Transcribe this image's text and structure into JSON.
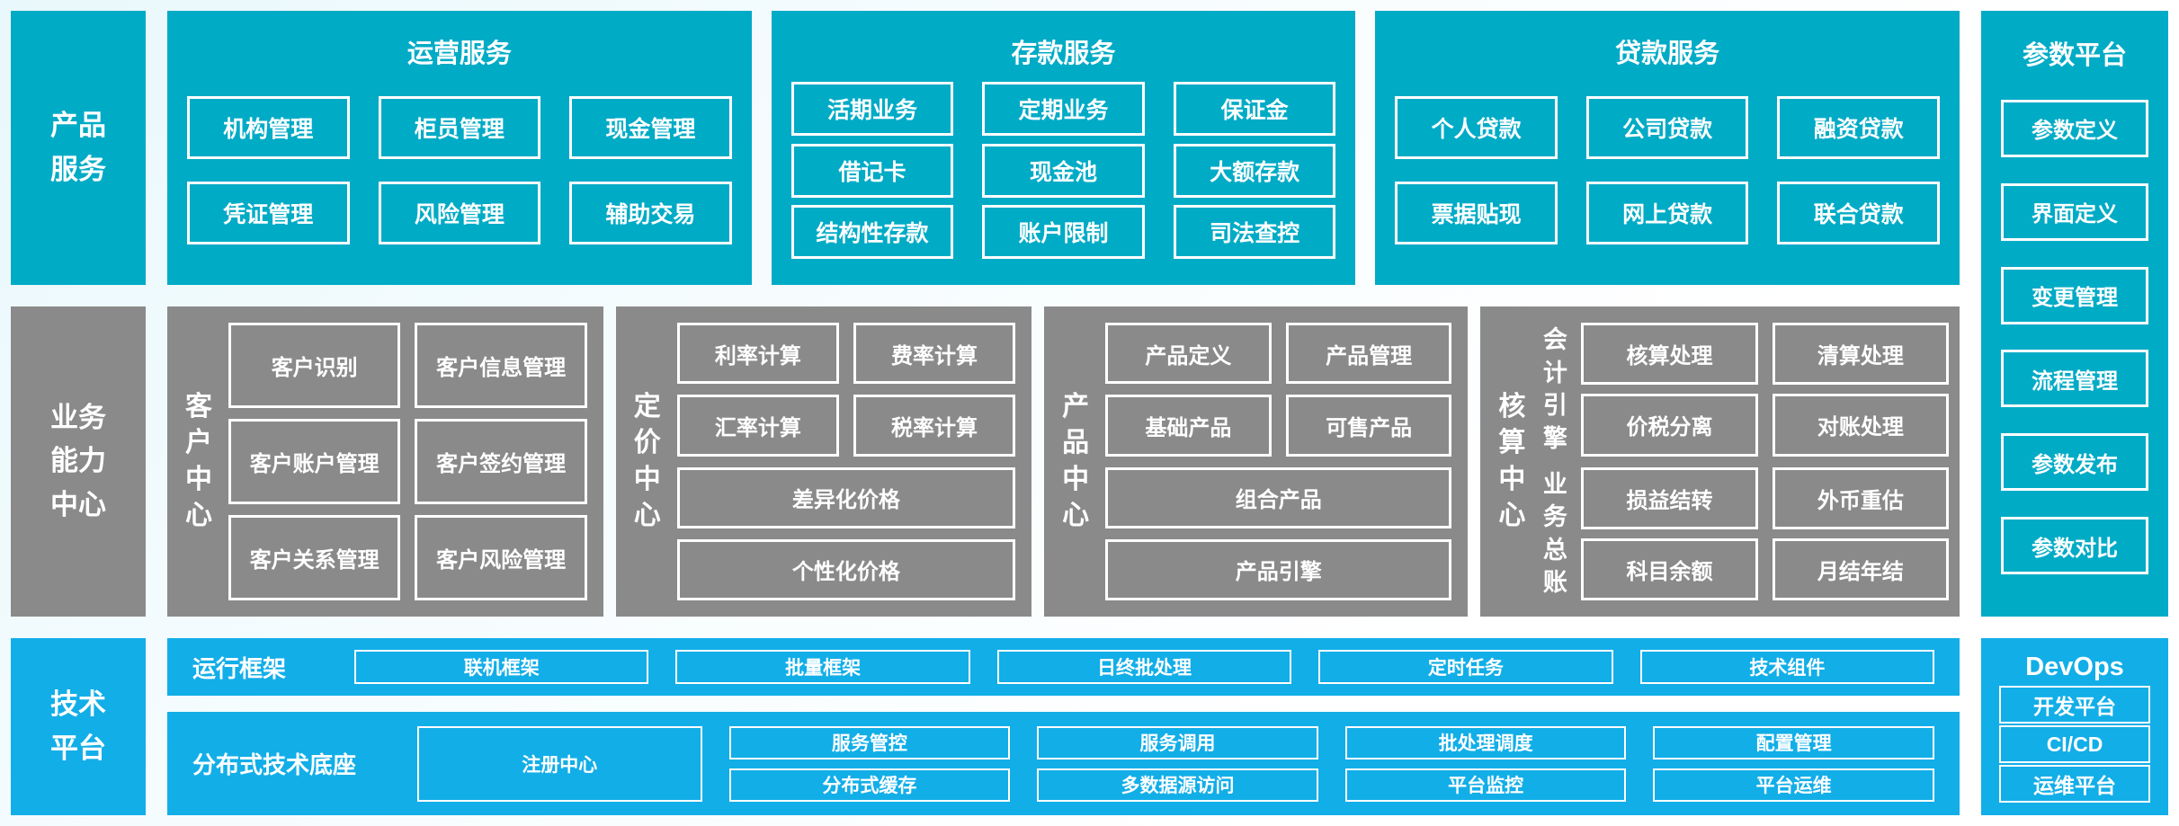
{
  "colors": {
    "teal": "#00abc6",
    "gray": "#8a8a8a",
    "blue": "#12aee8"
  },
  "rails": {
    "product": "产品\n服务",
    "business": "业务\n能力\n中心",
    "tech": "技术\n平台"
  },
  "operations": {
    "title": "运营服务",
    "rows": [
      [
        "机构管理",
        "柜员管理",
        "现金管理"
      ],
      [
        "凭证管理",
        "风险管理",
        "辅助交易"
      ]
    ]
  },
  "deposit": {
    "title": "存款服务",
    "rows": [
      [
        "活期业务",
        "定期业务",
        "保证金"
      ],
      [
        "借记卡",
        "现金池",
        "大额存款"
      ],
      [
        "结构性存款",
        "账户限制",
        "司法查控"
      ]
    ]
  },
  "loan": {
    "title": "贷款服务",
    "rows": [
      [
        "个人贷款",
        "公司贷款",
        "融资贷款"
      ],
      [
        "票据贴现",
        "网上贷款",
        "联合贷款"
      ]
    ]
  },
  "parameter": {
    "title": "参数平台",
    "items": [
      "参数定义",
      "界面定义",
      "变更管理",
      "流程管理",
      "参数发布",
      "参数对比"
    ]
  },
  "customer": {
    "label": "客\n户\n中\n心",
    "rows": [
      [
        "客户识别",
        "客户信息管理"
      ],
      [
        "客户账户管理",
        "客户签约管理"
      ],
      [
        "客户关系管理",
        "客户风险管理"
      ]
    ]
  },
  "pricing": {
    "label": "定\n价\n中\n心",
    "rows": [
      [
        "利率计算",
        "费率计算"
      ],
      [
        "汇率计算",
        "税率计算"
      ]
    ],
    "wide": [
      "差异化价格",
      "个性化价格"
    ]
  },
  "product_center": {
    "label": "产\n品\n中\n心",
    "rows": [
      [
        "产品定义",
        "产品管理"
      ],
      [
        "基础产品",
        "可售产品"
      ]
    ],
    "wide": [
      "组合产品",
      "产品引擎"
    ]
  },
  "accounting": {
    "label": "核\n算\n中\n心",
    "engine": {
      "label": "会\n计\n引\n擎",
      "rows": [
        [
          "核算处理",
          "清算处理"
        ],
        [
          "价税分离",
          "对账处理"
        ]
      ]
    },
    "ledger": {
      "label": "业\n务\n总\n账",
      "rows": [
        [
          "损益结转",
          "外币重估"
        ],
        [
          "科目余额",
          "月结年结"
        ]
      ]
    }
  },
  "runtime": {
    "label": "运行框架",
    "items": [
      "联机框架",
      "批量框架",
      "日终批处理",
      "定时任务",
      "技术组件"
    ]
  },
  "distributed": {
    "label": "分布式技术底座",
    "tall": "注册中心",
    "pairs": [
      [
        "服务管控",
        "分布式缓存"
      ],
      [
        "服务调用",
        "多数据源访问"
      ],
      [
        "批处理调度",
        "平台监控"
      ],
      [
        "配置管理",
        "平台运维"
      ]
    ]
  },
  "devops": {
    "title": "DevOps",
    "items": [
      "开发平台",
      "CI/CD",
      "运维平台"
    ]
  }
}
